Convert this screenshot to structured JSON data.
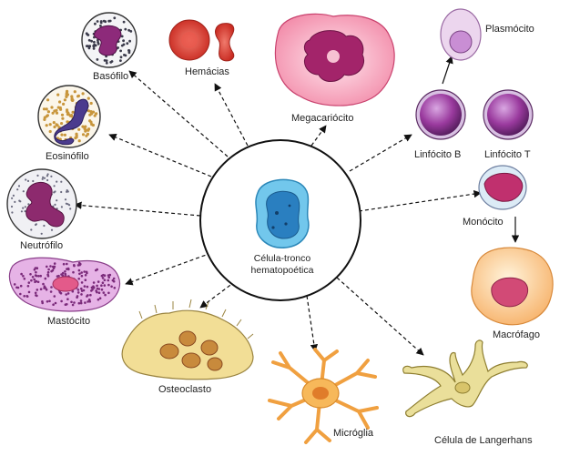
{
  "center": {
    "line1": "Célula-tronco",
    "line2": "hematopoética"
  },
  "labels": {
    "basofilo": "Basófilo",
    "hemacias": "Hemácias",
    "megacariocito": "Megacariócito",
    "plasmocito": "Plasmócito",
    "linfocito_b": "Linfócito B",
    "linfocito_t": "Linfócito T",
    "eosinofilo": "Eosinófilo",
    "neutrofilo": "Neutrófilo",
    "monocito": "Monócito",
    "mastocito": "Mastócito",
    "macrofago": "Macrófago",
    "osteoclasto": "Osteoclasto",
    "microglia": "Micróglia",
    "langerhans": "Célula de Langerhans"
  },
  "colors": {
    "nucleus_purple": "#8a2f78",
    "rbc_red": "#d8332b",
    "stem_blue": "#5ab6de",
    "osteo_yellow": "#f2de96",
    "microglia_orange": "#f6a94a",
    "langerhans_yellow": "#eadf9a"
  }
}
